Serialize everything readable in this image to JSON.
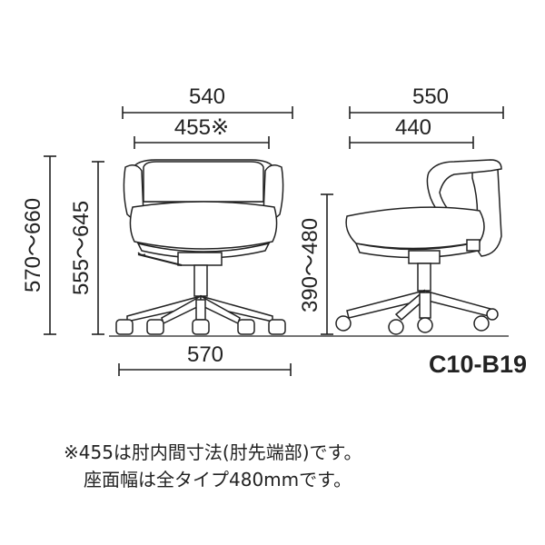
{
  "model": "C10-B19",
  "front_view": {
    "width_outer": "540",
    "width_inner": "455※",
    "base_width": "570",
    "height_total": "570〜660",
    "height_arm": "555〜645"
  },
  "side_view": {
    "depth_outer": "550",
    "depth_inner": "440",
    "seat_height": "390〜480"
  },
  "notes": [
    "※455は肘内間寸法(肘先端部)です。",
    "座面幅は全タイプ480mmです。"
  ]
}
